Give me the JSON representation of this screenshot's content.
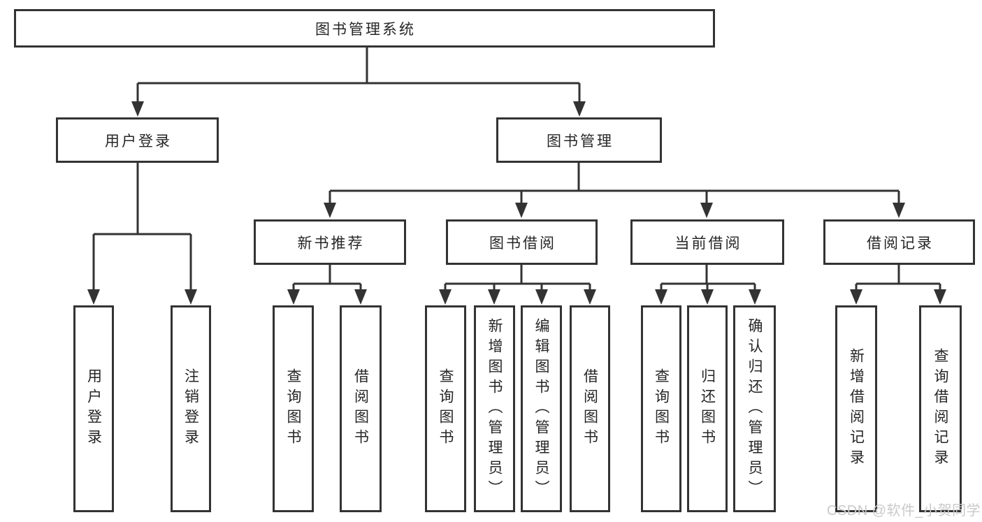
{
  "tree": {
    "root": {
      "label": "图书管理系统"
    },
    "branches": [
      {
        "label": "用户登录",
        "children": [
          {
            "label": "用户登录"
          },
          {
            "label": "注销登录"
          }
        ]
      },
      {
        "label": "图书管理",
        "children": [
          {
            "label": "新书推荐",
            "children": [
              {
                "label": "查询图书"
              },
              {
                "label": "借阅图书"
              }
            ]
          },
          {
            "label": "图书借阅",
            "children": [
              {
                "label": "查询图书"
              },
              {
                "label": "新增图书（管理员）"
              },
              {
                "label": "编辑图书（管理员）"
              },
              {
                "label": "借阅图书"
              }
            ]
          },
          {
            "label": "当前借阅",
            "children": [
              {
                "label": "查询图书"
              },
              {
                "label": "归还图书"
              },
              {
                "label": "确认归还（管理员）"
              }
            ]
          },
          {
            "label": "借阅记录",
            "children": [
              {
                "label": "新增借阅记录"
              },
              {
                "label": "查询借阅记录"
              }
            ]
          }
        ]
      }
    ]
  },
  "watermark": {
    "text": "CSDN @软件_小贺同学"
  },
  "colors": {
    "line": "#333333",
    "box_border": "#333333",
    "box_fill": "#ffffff",
    "text": "#262626",
    "watermark": "#c9c9c9",
    "background": "#ffffff"
  }
}
